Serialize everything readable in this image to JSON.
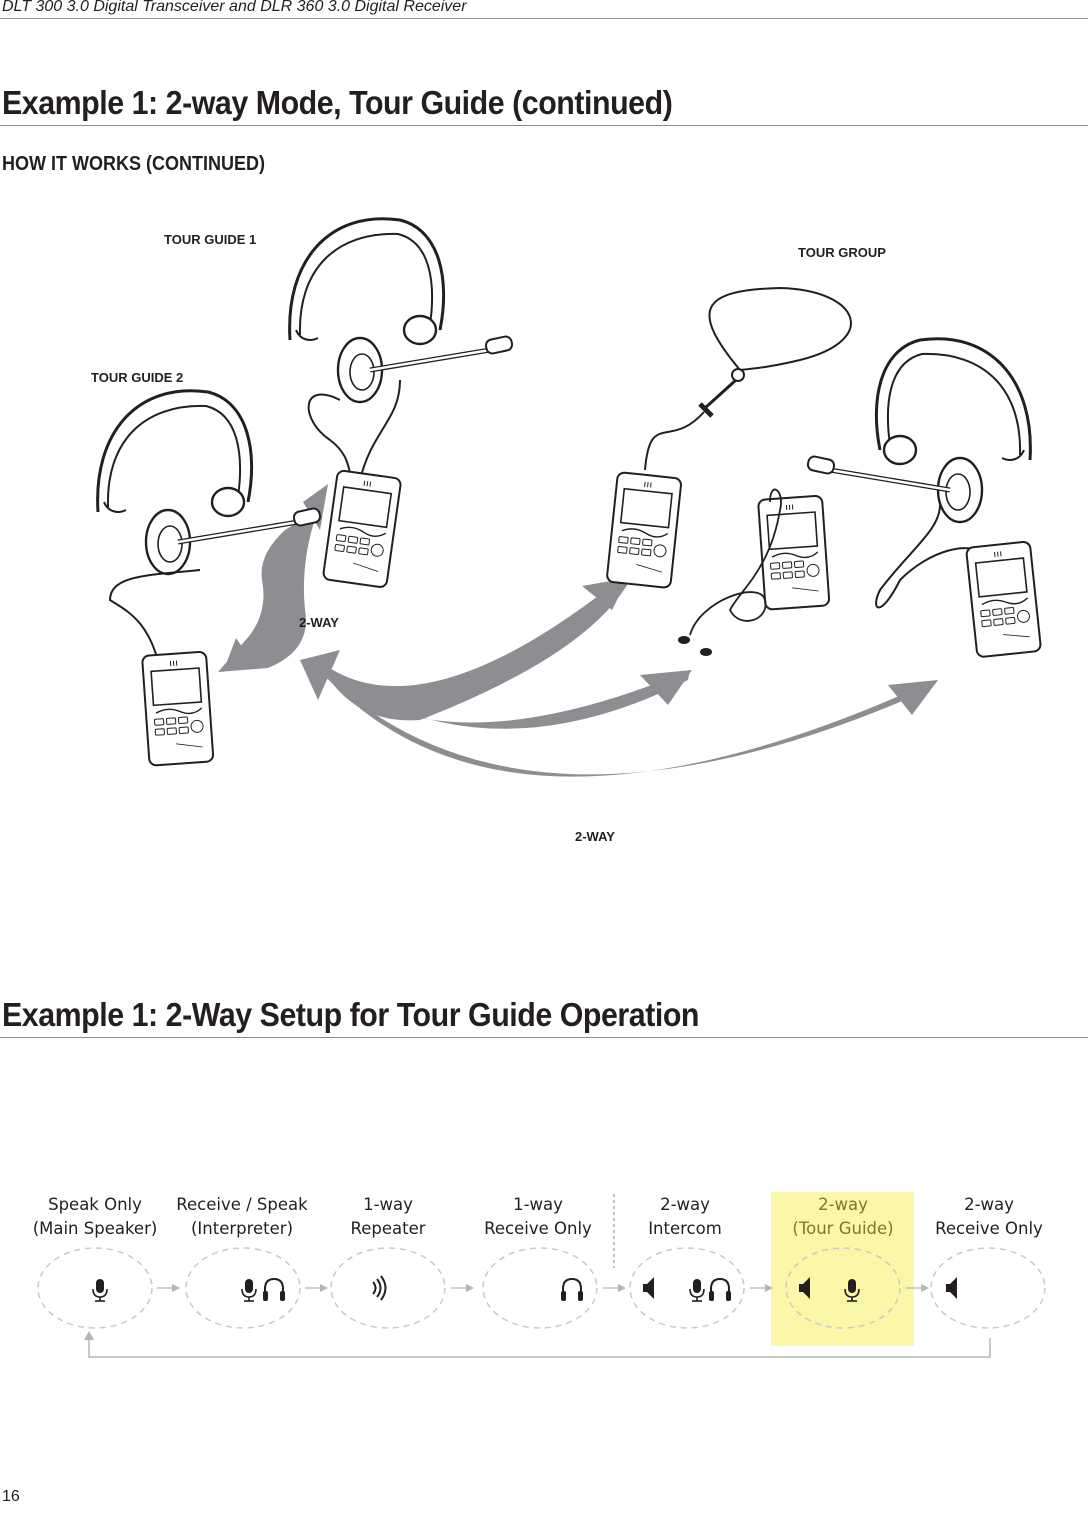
{
  "running_header": "DLT 300 3.0 Digital Transceiver and DLR 360 3.0 Digital Receiver",
  "section1_title": "Example 1:  2-way Mode, Tour Guide (continued)",
  "subhead": "HOW IT WORKS (CONTINUED)",
  "figure": {
    "tour_guide_1": "TOUR GUIDE 1",
    "tour_guide_2": "TOUR GUIDE 2",
    "tour_group": "TOUR GROUP",
    "arrow_label_top": "2-WAY",
    "arrow_label_bottom": "2-WAY"
  },
  "section2_title": "Example 1:  2-Way Setup for Tour Guide Operation",
  "modes": [
    {
      "line1": "Speak Only",
      "line2": "(Main Speaker)",
      "icons": [
        "mic-icon"
      ],
      "highlighted": false
    },
    {
      "line1": "Receive / Speak",
      "line2": "(Interpreter)",
      "icons": [
        "mic-icon",
        "headphones-icon"
      ],
      "highlighted": false
    },
    {
      "line1": "1-way",
      "line2": "Repeater",
      "icons": [
        "repeater-icon"
      ],
      "highlighted": false
    },
    {
      "line1": "1-way",
      "line2": "Receive Only",
      "icons": [
        "headphones-icon"
      ],
      "highlighted": false
    },
    {
      "line1": "2-way",
      "line2": "Intercom",
      "icons": [
        "speaker-icon",
        "mic-icon",
        "headphones-icon"
      ],
      "highlighted": false
    },
    {
      "line1": "2-way",
      "line2": "(Tour Guide)",
      "icons": [
        "speaker-icon",
        "mic-icon"
      ],
      "highlighted": true
    },
    {
      "line1": "2-way",
      "line2": "Receive Only",
      "icons": [
        "speaker-icon"
      ],
      "highlighted": false
    }
  ],
  "colors": {
    "highlight": "#fbf7a9",
    "highlight_text": "#7a7a2a",
    "arrow_gray": "#8d8e91"
  },
  "page_number": "16"
}
